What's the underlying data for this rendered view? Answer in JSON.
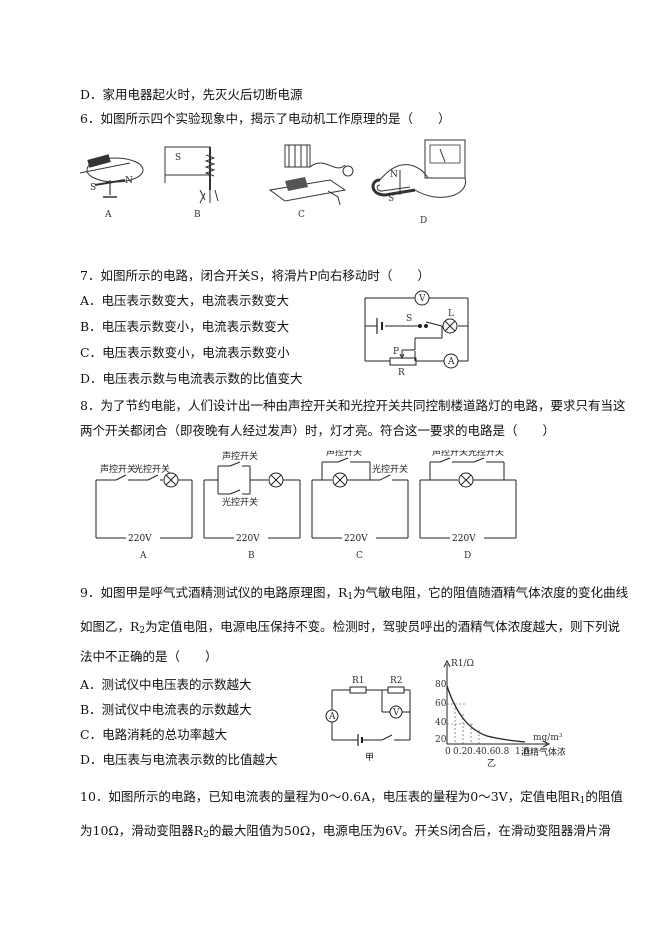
{
  "q5": {
    "optD": "D．家用电器起火时，先灭火后切断电源"
  },
  "q6": {
    "stem": "6．如图所示四个实验现象中，揭示了电动机工作原理的是（　　）",
    "labels": [
      "A",
      "B",
      "C",
      "D"
    ]
  },
  "q7": {
    "stem": "7．如图所示的电路，闭合开关S，将滑片P向右移动时（　　）",
    "options": [
      "A．电压表示数变大，电流表示数变大",
      "B．电压表示数变小，电流表示数变大",
      "C．电压表示数变小，电流表示数变小",
      "D．电压表示数与电流表示数的比值变大"
    ],
    "fig": {
      "V": "V",
      "S": "S",
      "L": "L",
      "P": "P",
      "A": "A",
      "R": "R"
    }
  },
  "q8": {
    "line1": "8．为了节约电能，人们设计出一种由声控开关和光控开关共同控制楼道路灯的电路，要求只有当这",
    "line2": "两个开关都闭合（即夜晚有人经过发声）时，灯才亮。符合这一要求的电路是（　　）",
    "sound": "声控开关",
    "light": "光控开关",
    "voltage": "220V",
    "labels": [
      "A",
      "B",
      "C",
      "D"
    ]
  },
  "q9": {
    "line1a": "9．如图甲是呼气式酒精测试仪的电路原理图，R",
    "line1b": "1",
    "line1c": "为气敏电阻，它的阻值随酒精气体浓度的变化曲线",
    "line2a": "如图乙，R",
    "line2b": "2",
    "line2c": "为定值电阻，电源电压保持不变。检测时，驾驶员呼出的酒精气体浓度越大，则下列说",
    "line3": "法中不正确的是（　　）",
    "options": [
      "A．测试仪中电压表的示数越大",
      "B．测试仪中电流表的示数越大",
      "C．电路消耗的总功率越大",
      "D．电压表与电流表示数的比值越大"
    ],
    "fig_jia": {
      "R1": "R1",
      "R2": "R2",
      "A": "A",
      "V": "V",
      "caption": "甲"
    },
    "fig_yi": {
      "ylabel": "R1/Ω",
      "xunit": "mg/m³",
      "xlabel": "酒精气体浓度",
      "caption": "乙",
      "yticks": [
        "80",
        "60",
        "40",
        "20"
      ],
      "xticks": [
        "0",
        "0.2",
        "0.4",
        "0.6",
        "0.8",
        "1.0"
      ]
    }
  },
  "q10": {
    "line1a": "10．如图所示的电路，已知电流表的量程为0～0.6A，电压表的量程为0～3V，定值电阻R",
    "line1b": "1",
    "line1c": "的阻值",
    "line2a": "为10Ω，滑动变阻器R",
    "line2b": "2",
    "line2c": "的最大阻值为50Ω，电源电压为6V。开关S闭合后，在滑动变阻器滑片滑"
  }
}
